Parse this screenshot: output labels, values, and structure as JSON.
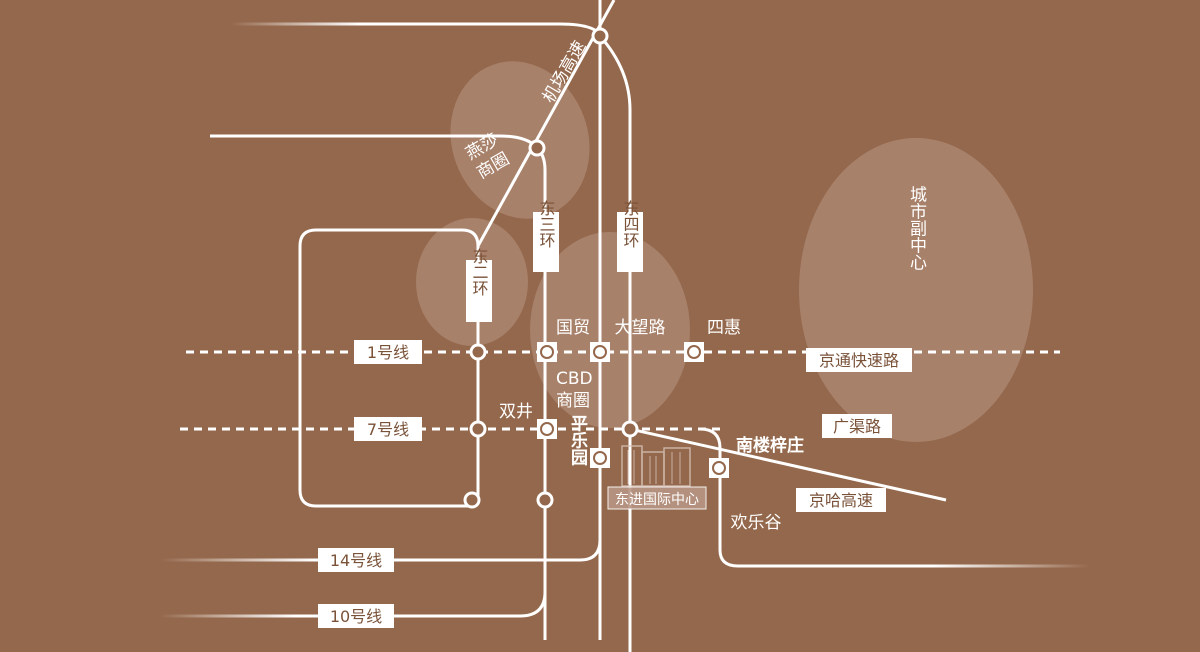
{
  "colors": {
    "background": "#94684c",
    "line": "#ffffff",
    "zone": "#b89684",
    "box_text": "#7a5238"
  },
  "labels": {
    "airport_expressway": "机场高速",
    "yansha": "燕莎商圈",
    "east_3rd_ring": "东三环",
    "east_4th_ring": "东四环",
    "east_2nd_ring": "东二环",
    "sub_center": "城市副中心",
    "line1": "1号线",
    "line7": "7号线",
    "line14": "14号线",
    "line10": "10号线",
    "guomao": "国贸",
    "dawanglu": "大望路",
    "sihui": "四惠",
    "cbd": "CBD商圈",
    "shuangjing": "双井",
    "pingleyuan": "平乐园",
    "jingtong": "京通快速路",
    "guangqu": "广渠路",
    "nanlouzizhuang": "南楼梓庄",
    "jingha": "京哈高速",
    "huanlegu": "欢乐谷",
    "project": "东进国际中心"
  }
}
